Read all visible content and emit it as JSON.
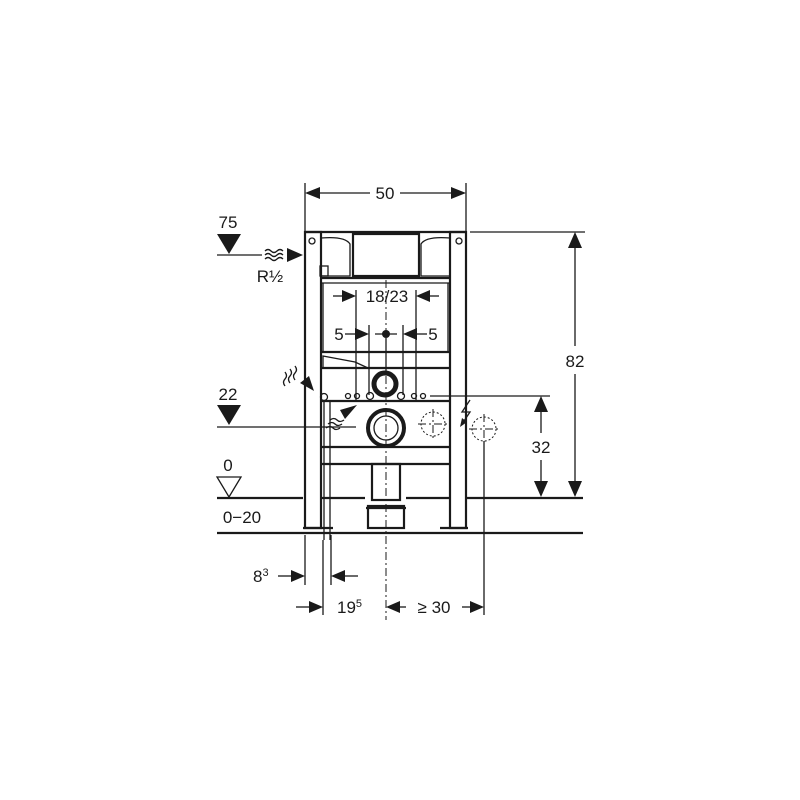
{
  "diagram": {
    "type": "installation-dimension-drawing",
    "subject": "WC installation frame",
    "labels": {
      "width_top": "50",
      "height_total": "82",
      "level_75": "75",
      "supply_thread": "R½",
      "flush_spacing": "18/23",
      "offset_left": "5",
      "offset_right": "5",
      "level_22": "22",
      "height_32": "32",
      "floor_level": "0",
      "floor_range": "0−20",
      "leg_offset_base": "8",
      "leg_offset_sup": "3",
      "drain_offset_base": "19",
      "drain_offset_sup": "5",
      "min_clearance": "≥ 30"
    },
    "icons": [
      "water-supply-icon",
      "electric-supply-icon",
      "level-marker-icon",
      "floor-level-icon"
    ],
    "colors": {
      "line": "#1a1a1a",
      "background": "#ffffff"
    }
  }
}
